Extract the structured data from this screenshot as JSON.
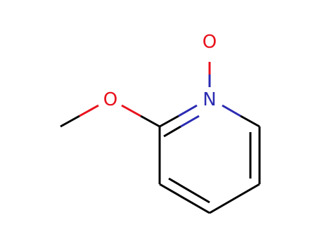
{
  "molecule": {
    "atoms": {
      "oxide_o": {
        "label": "O",
        "color": "#e8121c"
      },
      "ring_n": {
        "label": "N",
        "color": "#2b2bb3"
      },
      "methoxy_o": {
        "label": "O",
        "color": "#e8121c"
      }
    },
    "bond_color": "#000000"
  }
}
